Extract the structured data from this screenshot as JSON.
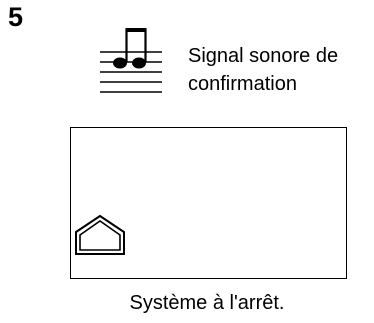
{
  "step": {
    "number": "5"
  },
  "note": {
    "icon": "musical-note-icon",
    "caption_line1": "Signal sonore de",
    "caption_line2": "confirmation"
  },
  "display": {
    "icon": "home-icon",
    "status": "Système à l'arrêt."
  }
}
